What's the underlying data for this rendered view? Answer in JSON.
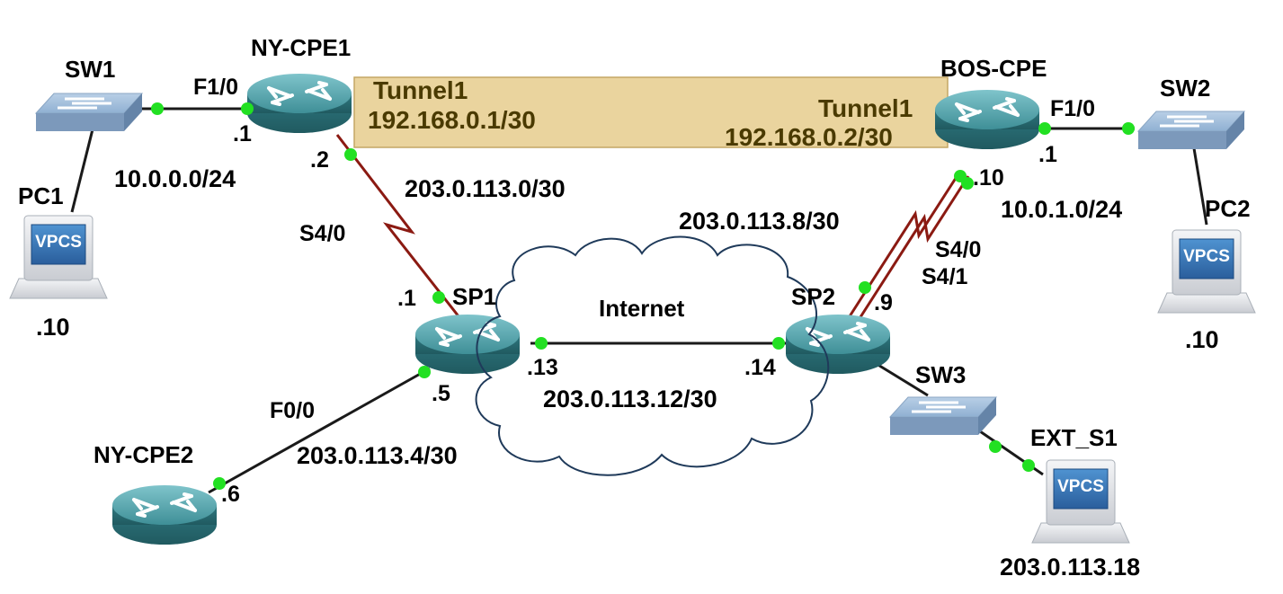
{
  "devices": {
    "sw1": "SW1",
    "ny_cpe1": "NY-CPE1",
    "bos_cpe": "BOS-CPE",
    "sw2": "SW2",
    "pc1": "PC1",
    "pc2": "PC2",
    "sp1": "SP1",
    "sp2": "SP2",
    "sw3": "SW3",
    "ny_cpe2": "NY-CPE2",
    "ext_s1": "EXT_S1"
  },
  "vpcs_text": "VPCS",
  "cloud_label": "Internet",
  "tunnel": {
    "left_name": "Tunnel1",
    "left_ip": "192.168.0.1/30",
    "right_name": "Tunnel1",
    "right_ip": "192.168.0.2/30",
    "fill_color": "#e8cf94"
  },
  "interfaces": {
    "nycpe1_f10": "F1/0",
    "nycpe1_dot1": ".1",
    "nycpe1_dot2": ".2",
    "nycpe1_s40": "S4/0",
    "bos_f10": "F1/0",
    "bos_dot1": ".1",
    "bos_dot10": ".10",
    "bos_s40": "S4/0",
    "sp2_s41": "S4/1",
    "sp2_dot9": ".9",
    "sp1_dot1": ".1",
    "sp1_dot13": ".13",
    "sp1_dot5": ".5",
    "sp2_dot14": ".14",
    "nycpe2_f00": "F0/0",
    "nycpe2_dot6": ".6"
  },
  "subnets": {
    "lan_left": "10.0.0.0/24",
    "lan_right": "10.0.1.0/24",
    "link_nycpe1_sp1": "203.0.113.0/30",
    "link_bos_sp2": "203.0.113.8/30",
    "link_sp1_sp2": "203.0.113.12/30",
    "link_nycpe2_sp1": "203.0.113.4/30"
  },
  "hosts": {
    "pc1_ip": ".10",
    "pc2_ip": ".10",
    "ext_s1_ip": "203.0.113.18"
  },
  "colors": {
    "router_body": "#3f8f97",
    "link_black": "#1a1a1a",
    "link_serial": "#8b1a12",
    "port_dot": "#22e022",
    "vpcs_screen": "#2f6fb0"
  }
}
